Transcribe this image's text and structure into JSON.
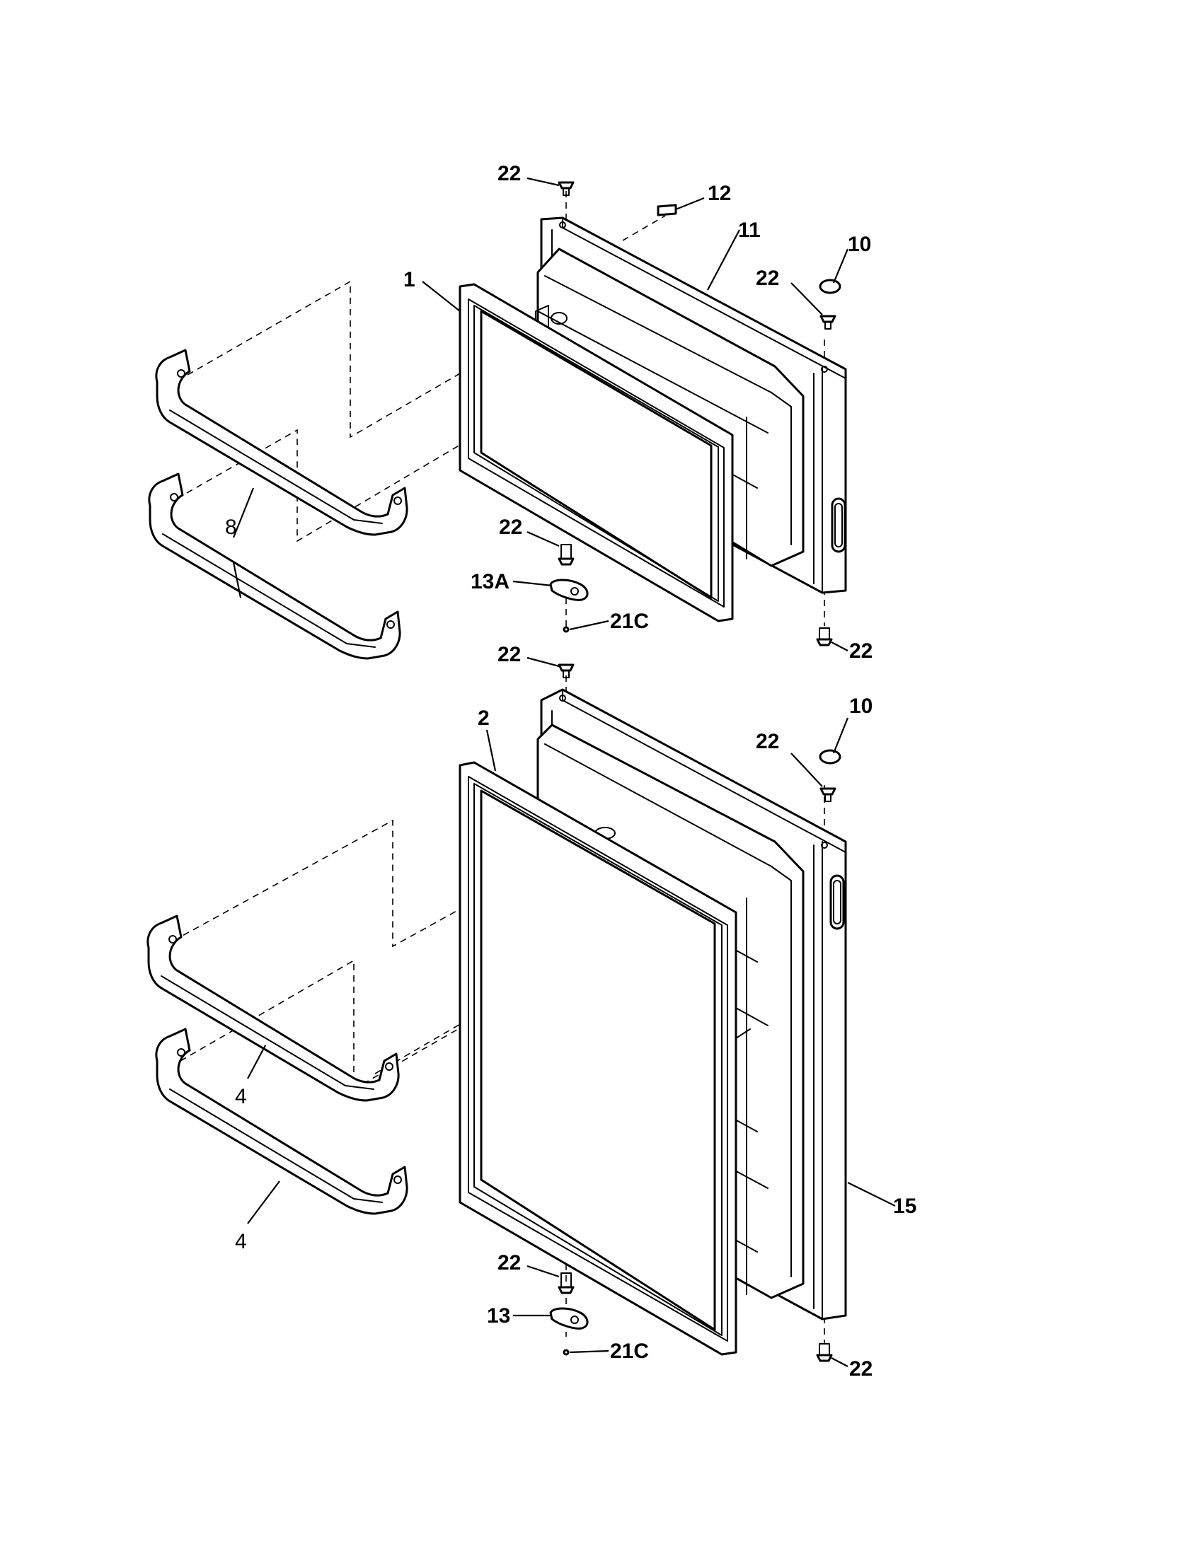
{
  "callouts": {
    "c22_a": "22",
    "c12": "12",
    "c11": "11",
    "c10_a": "10",
    "c22_b": "22",
    "c1": "1",
    "c8": "8",
    "c22_c": "22",
    "c13a": "13A",
    "c21c_a": "21C",
    "c22_d": "22",
    "c22_e": "22",
    "c2": "2",
    "c10_b": "10",
    "c22_f": "22",
    "c4_a": "4",
    "c4_b": "4",
    "c15": "15",
    "c22_g": "22",
    "c13": "13",
    "c21c_b": "21C",
    "c22_h": "22"
  }
}
